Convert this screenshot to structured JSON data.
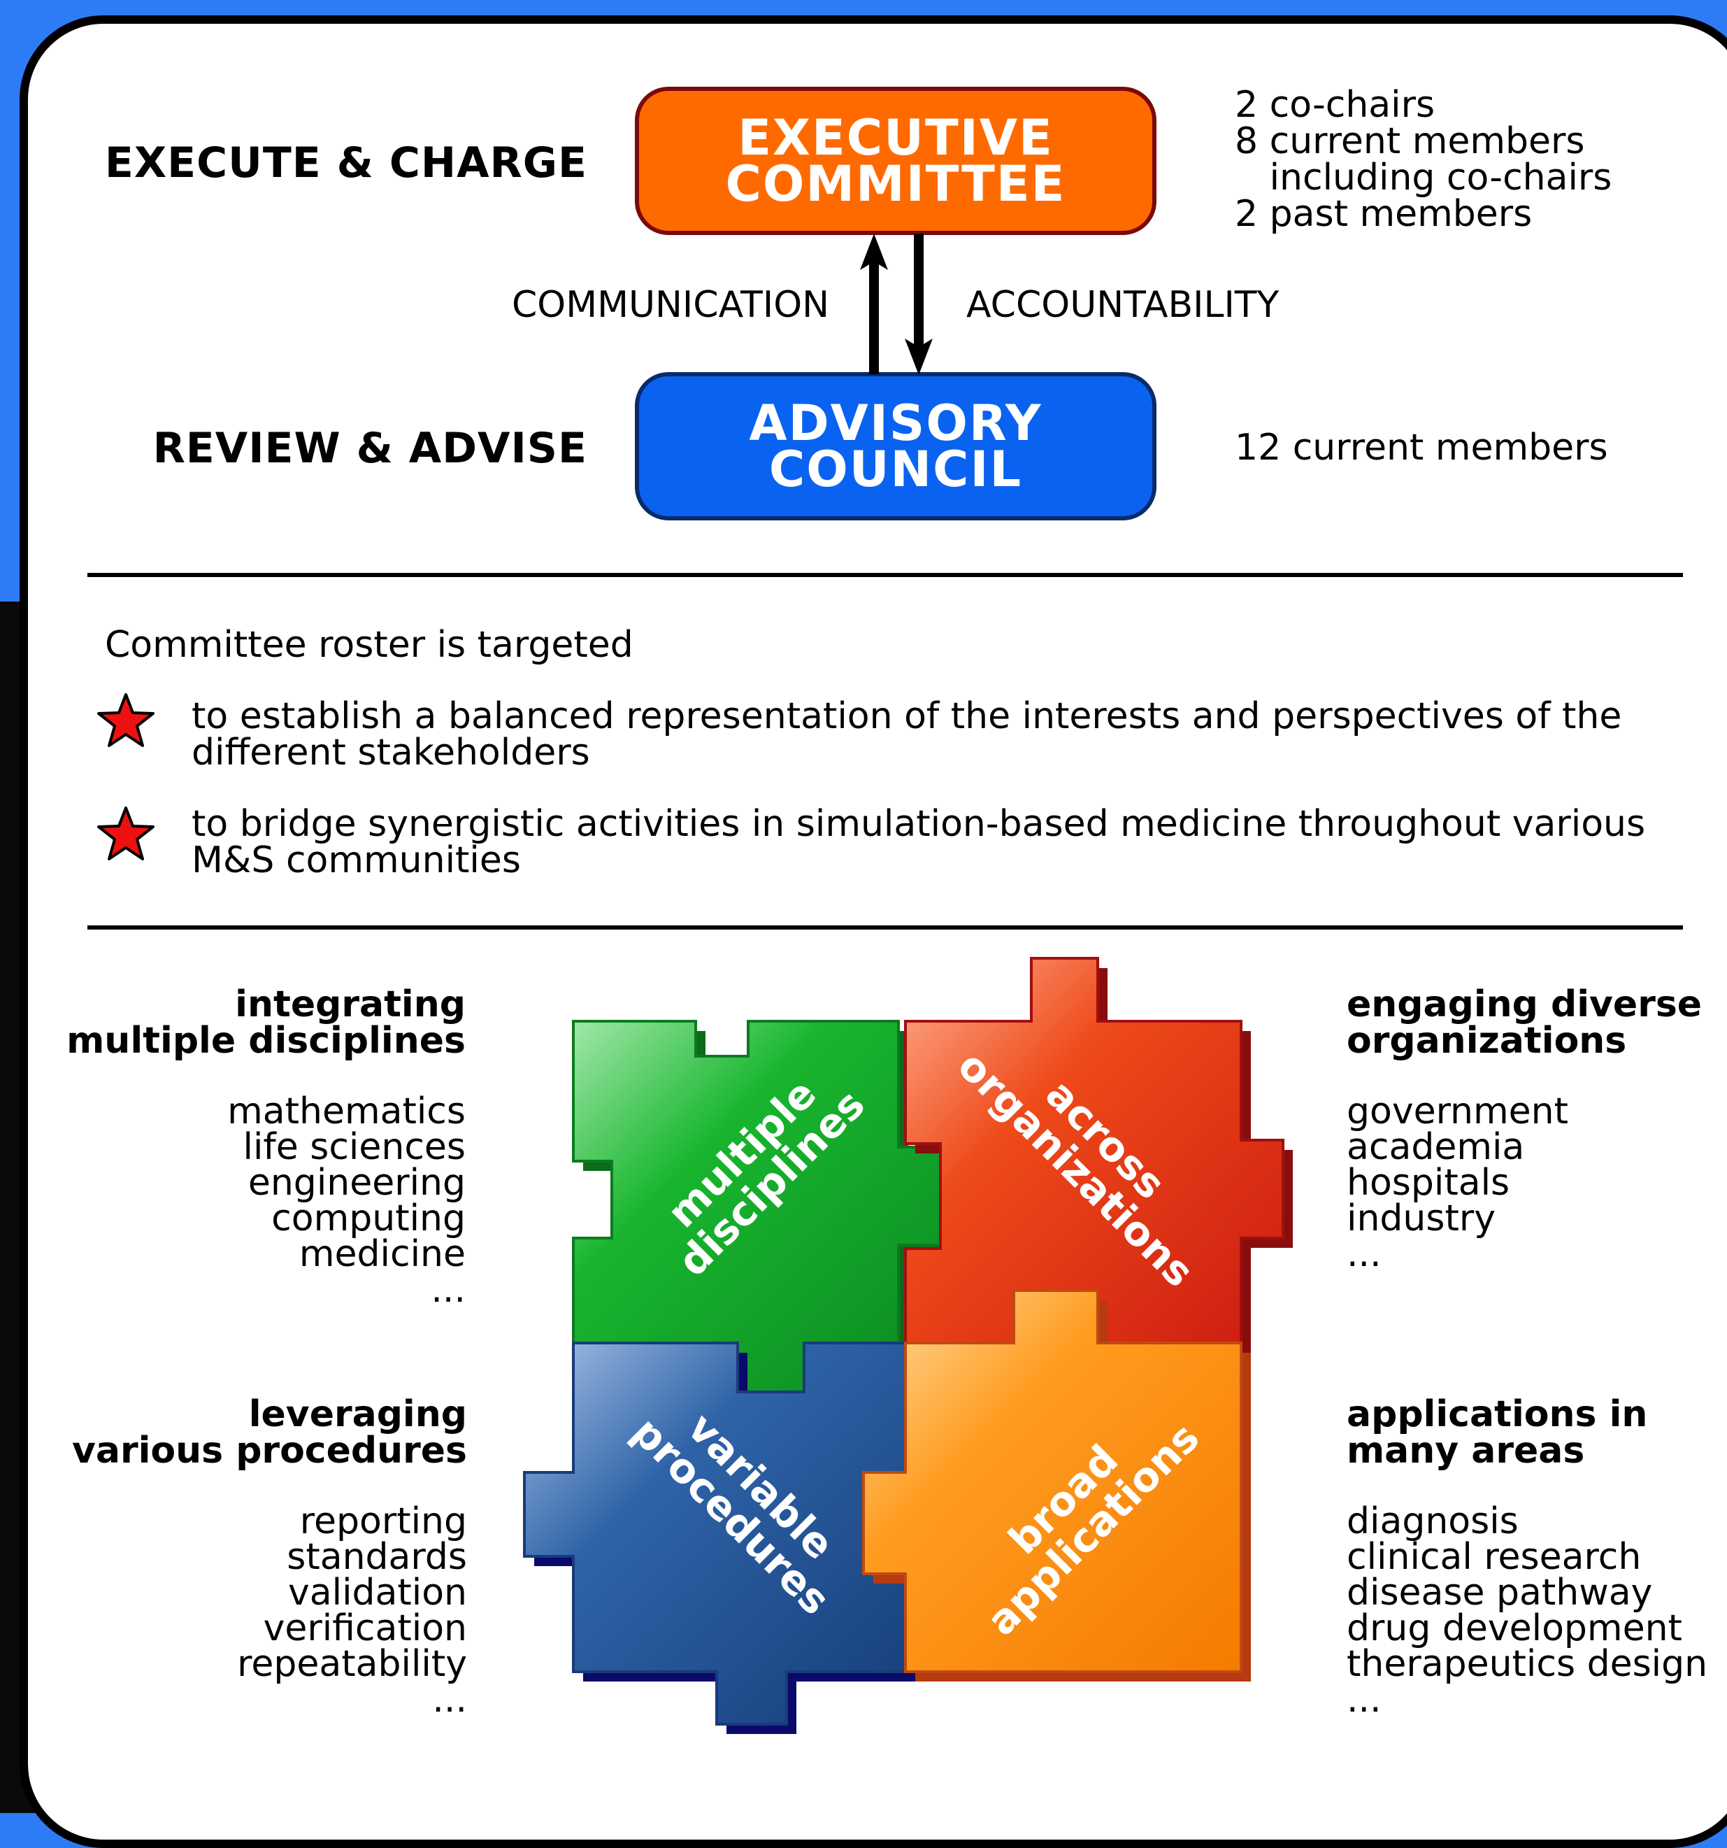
{
  "governance": {
    "execute_label": "EXECUTE & CHARGE",
    "review_label": "REVIEW & ADVISE",
    "executive": {
      "line1": "EXECUTIVE",
      "line2": "COMMITTEE",
      "color": "#ff6a00"
    },
    "advisory": {
      "line1": "ADVISORY",
      "line2": "COUNCIL",
      "color": "#0a63f0"
    },
    "executive_info": [
      "2 co-chairs",
      "8 current members",
      "   including co-chairs",
      "2 past members"
    ],
    "advisory_info": "12 current members",
    "communication": "COMMUNICATION",
    "accountability": "ACCOUNTABILITY"
  },
  "roster": {
    "intro": "Committee roster is targeted",
    "bullets": [
      {
        "line1": "to establish a balanced representation of the interests and perspectives of the",
        "line2": "different stakeholders"
      },
      {
        "line1": "to bridge synergistic activities in simulation-based medicine throughout various",
        "line2": "M&S communities"
      }
    ],
    "bullet_icon": "red-star-icon"
  },
  "puzzle": {
    "pieces": [
      {
        "label1": "multiple",
        "label2": "disciplines",
        "color": "#12a82a"
      },
      {
        "label1": "across",
        "label2": "organizations",
        "color": "#e8401a"
      },
      {
        "label1": "variable",
        "label2": "procedures",
        "color": "#235aa8"
      },
      {
        "label1": "broad",
        "label2": "applications",
        "color": "#ff8c10"
      }
    ]
  },
  "quadrants": {
    "top_left": {
      "heading": [
        "integrating",
        "multiple disciplines"
      ],
      "items": [
        "mathematics",
        "life sciences",
        "engineering",
        "computing",
        "medicine",
        "..."
      ]
    },
    "top_right": {
      "heading": [
        "engaging diverse",
        "organizations"
      ],
      "items": [
        "government",
        "academia",
        "hospitals",
        "industry",
        "..."
      ]
    },
    "bottom_left": {
      "heading": [
        "leveraging",
        "various procedures"
      ],
      "items": [
        "reporting",
        "standards",
        "validation",
        "verification",
        "repeatability",
        "..."
      ]
    },
    "bottom_right": {
      "heading": [
        "applications in",
        "many areas"
      ],
      "items": [
        "diagnosis",
        "clinical research",
        "disease pathway",
        "drug development",
        "therapeutics design",
        "..."
      ]
    }
  }
}
